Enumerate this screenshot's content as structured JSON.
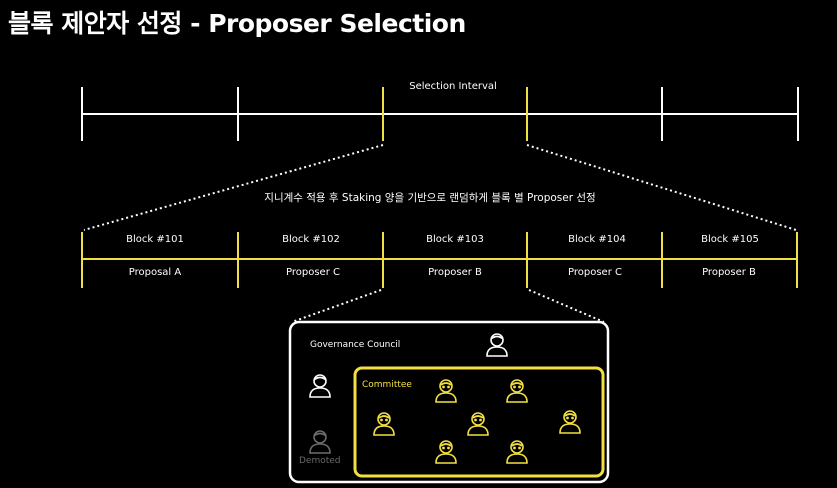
{
  "title": "블록 제안자 선정 - Proposer Selection",
  "selection_interval_label": "Selection Interval",
  "description": "지니계수 적용 후 Staking 양을 기반으로 랜덤하게 블록 별 Proposer 선정",
  "blocks": [
    {
      "label": "Block #101",
      "proposer": "Proposal A"
    },
    {
      "label": "Block #102",
      "proposer": "Proposer C"
    },
    {
      "label": "Block #103",
      "proposer": "Proposer B"
    },
    {
      "label": "Block #104",
      "proposer": "Proposer C"
    },
    {
      "label": "Block #105",
      "proposer": "Proposer B"
    }
  ],
  "governance_council_label": "Governance Council",
  "committee_label": "Committee",
  "demoted_label": "Demoted",
  "colors": {
    "background": "#000000",
    "line": "#ffffff",
    "highlight": "#f2e043",
    "demoted": "#6a6a6a"
  },
  "icons": {
    "person": "person-icon",
    "member": "committee-member-icon"
  }
}
